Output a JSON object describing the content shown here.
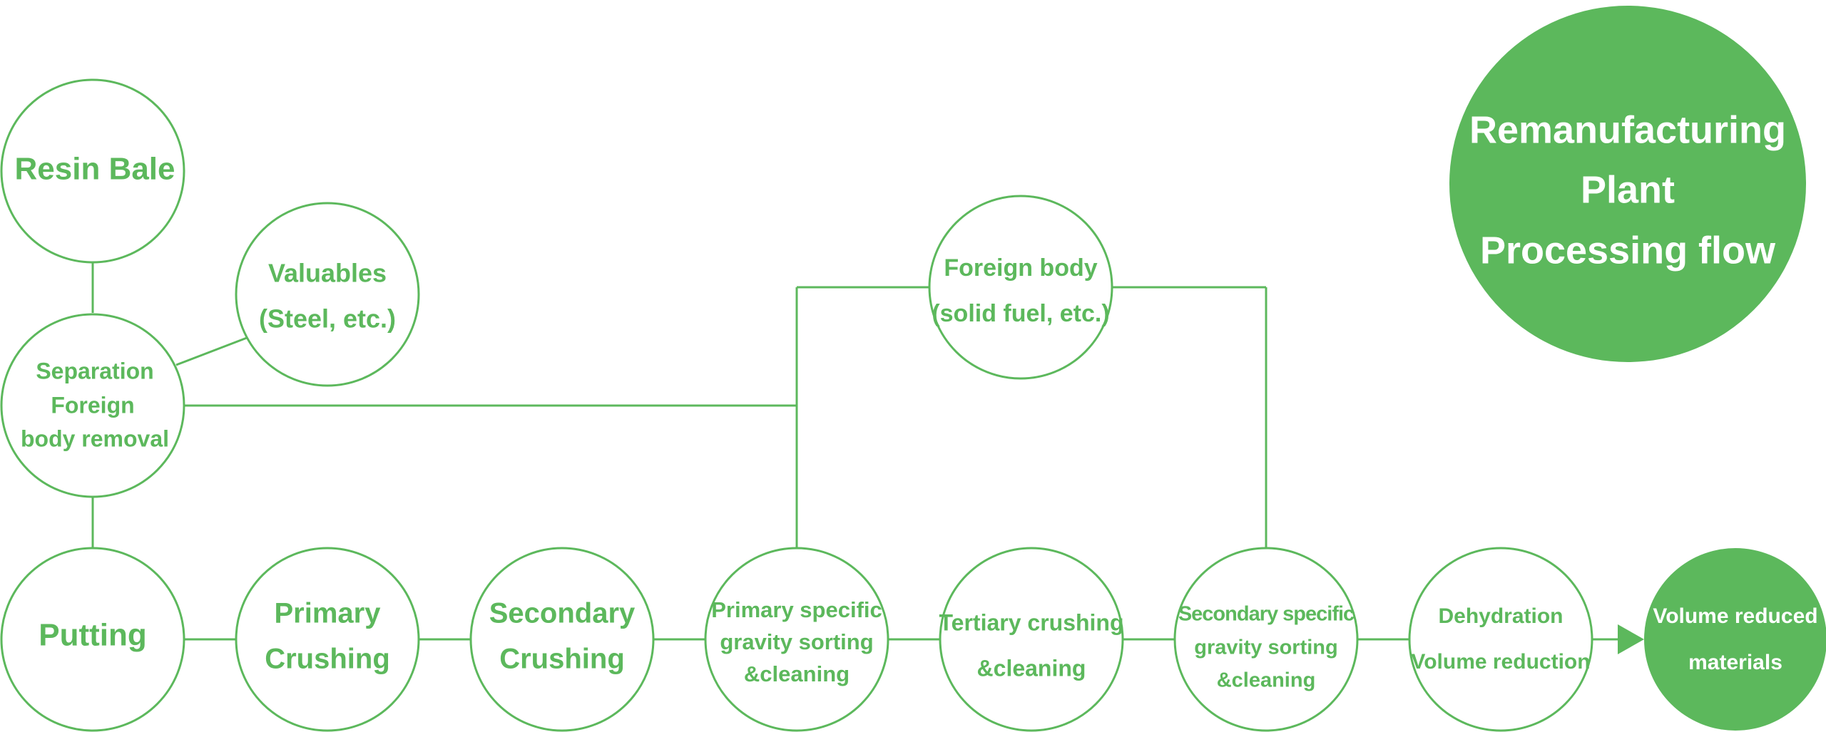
{
  "colors": {
    "accent": "#5cb85c",
    "filled_text": "#ffffff",
    "background": "#ffffff"
  },
  "title": {
    "line1": "Remanufacturing",
    "line2": "Plant",
    "line3": "Processing flow"
  },
  "nodes": {
    "resin_bale": {
      "line1": "Resin Bale"
    },
    "valuables": {
      "line1": "Valuables",
      "line2": "(Steel, etc.)"
    },
    "separation": {
      "line1": "Separation",
      "line2": "Foreign",
      "line3": "body removal"
    },
    "foreign_body": {
      "line1": "Foreign body",
      "line2": "(solid fuel, etc.)"
    },
    "putting": {
      "line1": "Putting"
    },
    "primary_crushing": {
      "line1": "Primary",
      "line2": "Crushing"
    },
    "secondary_crushing": {
      "line1": "Secondary",
      "line2": "Crushing"
    },
    "primary_sorting": {
      "line1": "Primary specific",
      "line2": "gravity sorting",
      "line3": "&cleaning"
    },
    "tertiary_crushing": {
      "line1": "Tertiary crushing",
      "line2": "&cleaning"
    },
    "secondary_sorting": {
      "line1": "Secondary specific",
      "line2": "gravity sorting",
      "line3": "&cleaning"
    },
    "dehydration": {
      "line1": "Dehydration",
      "line2": "Volume reduction"
    },
    "volume_reduced": {
      "line1": "Volume reduced",
      "line2": "materials"
    }
  }
}
